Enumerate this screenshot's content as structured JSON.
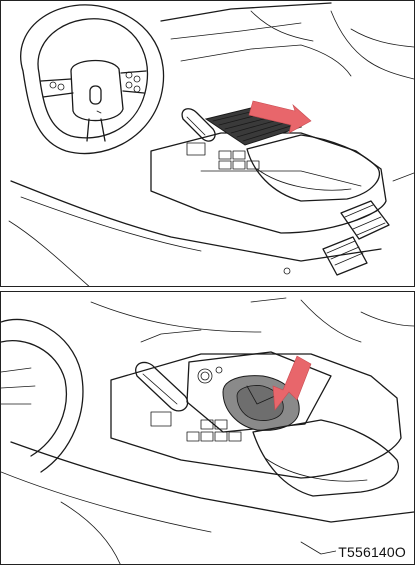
{
  "figure": {
    "code": "T556140O",
    "panels": [
      {
        "id": "cover-sliding",
        "arrow": "right",
        "arrow_color": "#e8666b"
      },
      {
        "id": "cup-holder-open",
        "arrow": "down-left",
        "arrow_color": "#e8666b"
      }
    ],
    "colors": {
      "line": "#1a1a1a",
      "arrow": "#e8666b",
      "cover_dark": "#3a3a3a",
      "cup_gray": "#8a8a8a"
    }
  }
}
